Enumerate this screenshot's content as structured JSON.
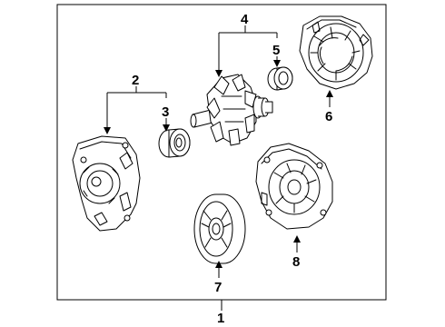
{
  "callouts": [
    {
      "id": "1",
      "label": "1",
      "part": "alternator-assembly"
    },
    {
      "id": "2",
      "label": "2",
      "part": "rear-housing"
    },
    {
      "id": "3",
      "label": "3",
      "part": "rear-bearing"
    },
    {
      "id": "4",
      "label": "4",
      "part": "rotor"
    },
    {
      "id": "5",
      "label": "5",
      "part": "rotor-bearing"
    },
    {
      "id": "6",
      "label": "6",
      "part": "rear-cover"
    },
    {
      "id": "7",
      "label": "7",
      "part": "drive-pulley"
    },
    {
      "id": "8",
      "label": "8",
      "part": "front-housing"
    }
  ],
  "colors": {
    "ink": "#000000",
    "paper": "#ffffff"
  }
}
